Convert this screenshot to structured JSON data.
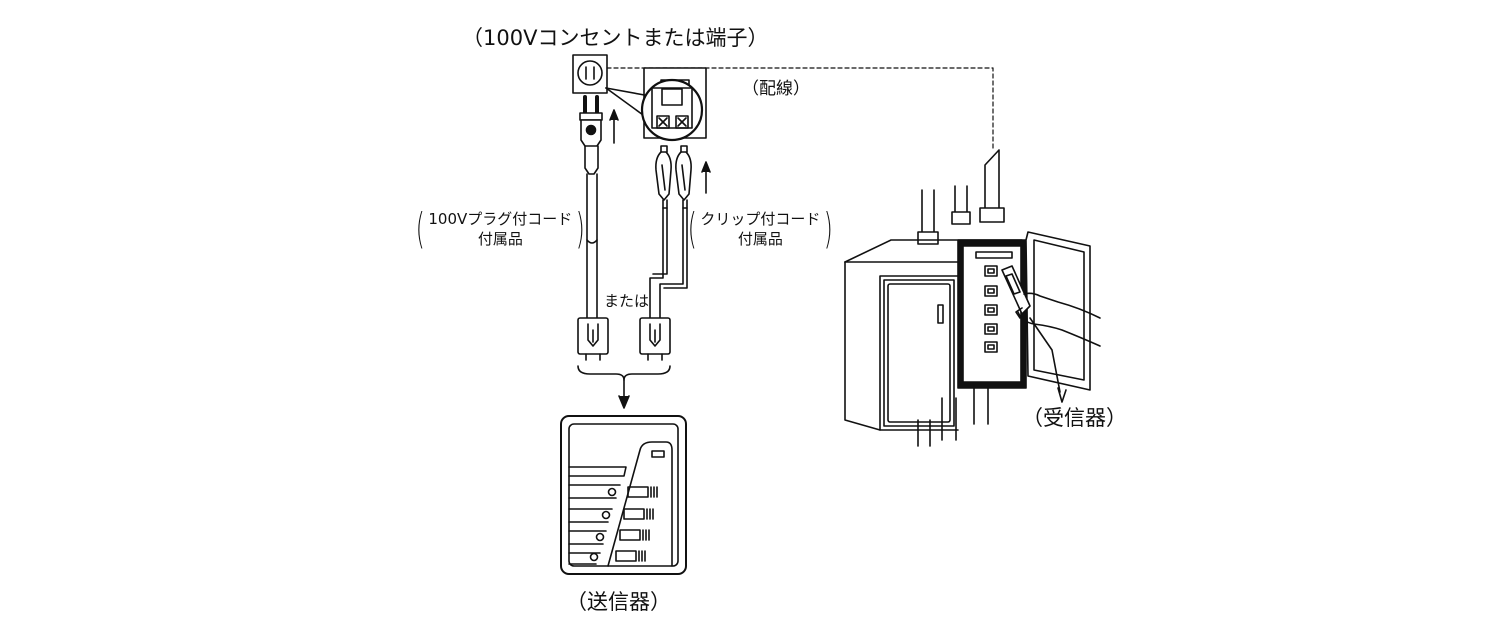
{
  "labels": {
    "outlet": "（100Vコンセントまたは端子）",
    "wiring": "（配線）",
    "plug_cord_line1": "100Vプラグ付コード",
    "plug_cord_line2": "付属品",
    "clip_cord_line1": "クリップ付コード",
    "clip_cord_line2": "付属品",
    "or": "または",
    "transmitter": "（送信器）",
    "receiver": "（受信器）"
  },
  "colors": {
    "line": "#111111",
    "panel_dark": "#111111",
    "background": "#ffffff"
  }
}
